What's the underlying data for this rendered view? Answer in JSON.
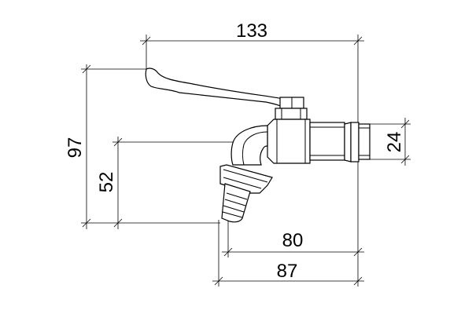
{
  "dimensions": {
    "overall_width": "133",
    "overall_height": "97",
    "inlet_height": "52",
    "thread_diameter": "24",
    "outlet_to_inlet": "80",
    "hose_to_inlet": "87"
  }
}
